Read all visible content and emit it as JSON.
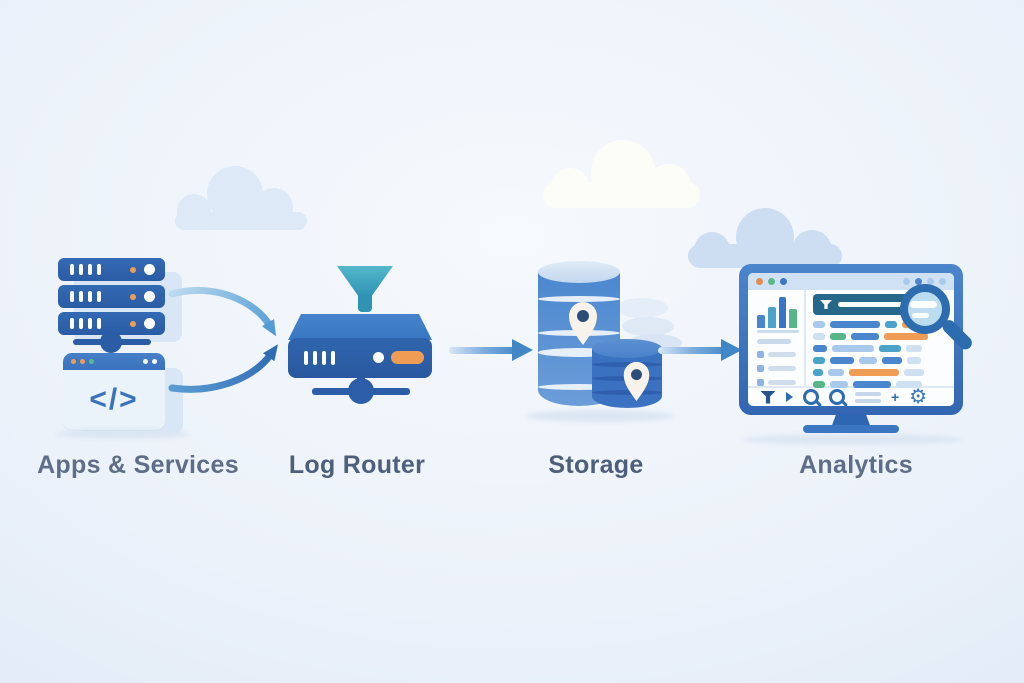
{
  "diagram": {
    "stages": [
      {
        "id": "apps",
        "label": "Apps & Services",
        "emphasis": "regular"
      },
      {
        "id": "router",
        "label": "Log Router",
        "emphasis": "bold"
      },
      {
        "id": "storage",
        "label": "Storage",
        "emphasis": "bold"
      },
      {
        "id": "analytics",
        "label": "Analytics",
        "emphasis": "regular"
      }
    ],
    "connections": [
      {
        "from": "apps",
        "to": "router",
        "style": "curved-double-arrow"
      },
      {
        "from": "router",
        "to": "storage",
        "style": "straight-arrow"
      },
      {
        "from": "storage",
        "to": "analytics",
        "style": "straight-arrow"
      }
    ],
    "code_glyph": "</>",
    "toolbar_plus_glyph": "+",
    "gear_glyph": "⚙"
  },
  "colors": {
    "background_center": "#f6f9fd",
    "background_edge": "#d6e2f2",
    "primary_blue": "#2b5da8",
    "mid_blue": "#3b76c2",
    "light_blue": "#a9c9ec",
    "teal": "#2f93b4",
    "green": "#56b68a",
    "orange": "#ef9d55",
    "search_bar": "#26688a",
    "label_text": "#5e6e86",
    "cloud_light": "#dde9f7",
    "cloud_white": "#fdfdf8"
  },
  "analytics_screen": {
    "sidebar_bars": [
      {
        "color": "#4a86cd",
        "h": 13
      },
      {
        "color": "#4aa3c8",
        "h": 21
      },
      {
        "color": "#3a74c4",
        "h": 31
      },
      {
        "color": "#56b68a",
        "h": 19
      }
    ],
    "log_rows": [
      [
        {
          "c": "#a9c9ec",
          "w": 12
        },
        {
          "c": "#4a86cd",
          "w": 50
        },
        {
          "c": "#4aa3c8",
          "w": 12
        },
        {
          "c": "#ef9d55",
          "w": 14
        }
      ],
      [
        {
          "c": "#cfe0f2",
          "w": 12
        },
        {
          "c": "#56b68a",
          "w": 16
        },
        {
          "c": "#4a86cd",
          "w": 28
        },
        {
          "c": "#ef9d55",
          "w": 44
        }
      ],
      [
        {
          "c": "#4a86cd",
          "w": 14
        },
        {
          "c": "#a9c9ec",
          "w": 42
        },
        {
          "c": "#4aa3c8",
          "w": 22
        },
        {
          "c": "#cfe0f2",
          "w": 16
        }
      ],
      [
        {
          "c": "#4aa3c8",
          "w": 12
        },
        {
          "c": "#4a86cd",
          "w": 24
        },
        {
          "c": "#a9c9ec",
          "w": 18
        },
        {
          "c": "#4a86cd",
          "w": 20
        },
        {
          "c": "#cfe0f2",
          "w": 14
        }
      ],
      [
        {
          "c": "#4aa3c8",
          "w": 10
        },
        {
          "c": "#a9c9ec",
          "w": 16
        },
        {
          "c": "#ef9d55",
          "w": 50
        },
        {
          "c": "#cfe0f2",
          "w": 20
        }
      ],
      [
        {
          "c": "#56b68a",
          "w": 12
        },
        {
          "c": "#a9c9ec",
          "w": 18
        },
        {
          "c": "#4a86cd",
          "w": 38
        },
        {
          "c": "#cfe0f2",
          "w": 26
        }
      ]
    ]
  }
}
